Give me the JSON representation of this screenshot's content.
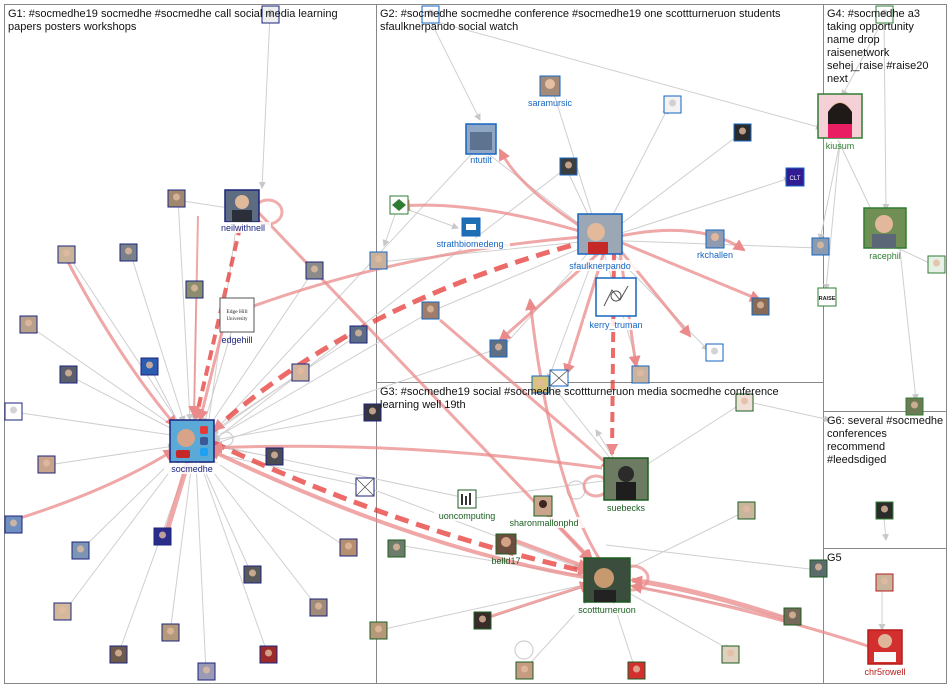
{
  "groups": [
    {
      "id": "G1",
      "title_lines": [
        "G1: #socmedhe19 socmedhe #socmedhe call social media learning",
        "papers posters workshops"
      ]
    },
    {
      "id": "G2",
      "title_lines": [
        "G2: #socmedhe socmedhe conference #socmedhe19 one scottturneruon students",
        "sfaulknerpando social watch"
      ]
    },
    {
      "id": "G3",
      "title_lines": [
        "G3: #socmedhe19 social #socmedhe scottturneruon media socmedhe conference",
        "learning well 19th"
      ]
    },
    {
      "id": "G4",
      "title_lines": [
        "G4: #socmedhe a3",
        "taking opportunity",
        "name drop",
        "raisenetwork",
        "sehej_raise #raise20",
        "next"
      ]
    },
    {
      "id": "G5",
      "title_lines": [
        "G5"
      ]
    },
    {
      "id": "G6",
      "title_lines": [
        "G6: several #socmedhe",
        "conferences",
        "recommend",
        "#leedsdiged"
      ]
    }
  ],
  "labels": {
    "neilwithnell": "neilwithnell",
    "edgehill": "edgehill",
    "socmedhe": "socmedhe",
    "saramursic": "saramursic",
    "ntutilt": "ntutilt",
    "strathbiomedeng": "strathbiomedeng",
    "sfaulknerpando": "sfaulknerpando",
    "rkchallen": "rkchallen",
    "kerry_truman": "kerry_truman",
    "kiusum": "kiusum",
    "racephil": "racephil",
    "uoncomputing": "uoncomputing",
    "sharonmallonphd": "sharonmallonphd",
    "suebecks": "suebecks",
    "belld17": "belld17",
    "scottturneruon": "scottturneruon",
    "chr5rowell": "chr5rowell"
  },
  "edgehill_logo": [
    "Edge Hill",
    "University"
  ],
  "raise_logo": "RAISE",
  "clt_logo": "CLT",
  "colors": {
    "g1_label": "#1a237e",
    "g2_label": "#1565c0",
    "g3_label": "#1b5e20",
    "g4_label": "#2e7d32",
    "g5_label": "#b71c1c",
    "strong_edge": "#e57373",
    "weak_edge": "#c8c8c8",
    "border": "#888888"
  }
}
